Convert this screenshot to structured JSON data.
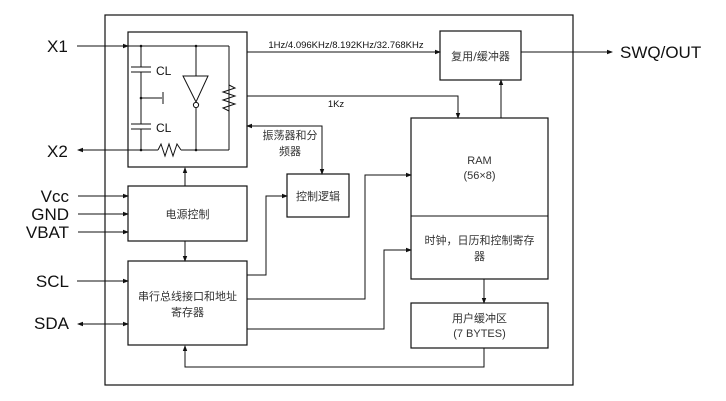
{
  "title": "Real-time clock block diagram",
  "pins": {
    "x1": "X1",
    "x2": "X2",
    "vcc": "Vcc",
    "gnd": "GND",
    "vbat": "VBAT",
    "scl": "SCL",
    "sda": "SDA",
    "swq_out": "SWQ/OUT"
  },
  "blocks": {
    "oscillator": {
      "cap_top_label": "CL",
      "cap_bottom_label": "CL",
      "caption_line1": "振荡器和分",
      "caption_line2": "频器"
    },
    "mux_buffer": "复用/缓冲器",
    "power_control": "电源控制",
    "control_logic": "控制逻辑",
    "serial_interface": {
      "line1": "串行总线接口和地址",
      "line2": "寄存器"
    },
    "ram": {
      "line1": "RAM",
      "line2": "(56×8)"
    },
    "clock_registers": {
      "line1": "时钟，日历和控制寄存",
      "line2": "器"
    },
    "user_buffer": {
      "line1": "用户缓冲区",
      "line2": "(7 BYTES)"
    }
  },
  "signals": {
    "frequencies": "1Hz/4.096KHz/8.192KHz/32.768KHz",
    "one_khz": "1Kz"
  }
}
